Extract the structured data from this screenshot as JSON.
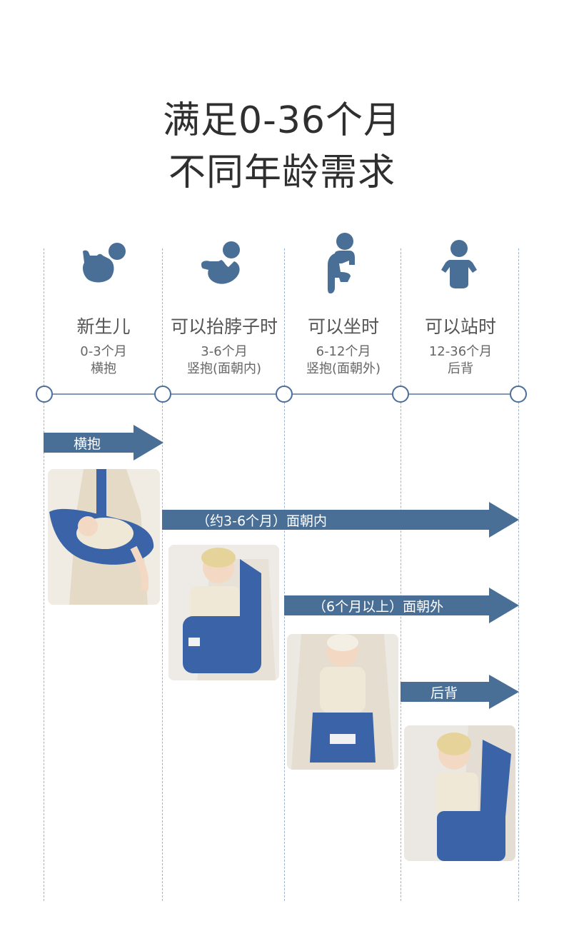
{
  "title": {
    "line1": "满足0-36个月",
    "line2": "不同年龄需求"
  },
  "stages": [
    {
      "label": "新生儿",
      "age": "0-3个月",
      "mode": "横抱",
      "icon": "newborn-lying-icon"
    },
    {
      "label": "可以抬脖子时",
      "age": "3-6个月",
      "mode": "竖抱(面朝内)",
      "icon": "baby-head-up-icon"
    },
    {
      "label": "可以坐时",
      "age": "6-12个月",
      "mode": "竖抱(面朝外)",
      "icon": "baby-sitting-icon"
    },
    {
      "label": "可以站时",
      "age": "12-36个月",
      "mode": "后背",
      "icon": "toddler-standing-icon"
    }
  ],
  "arrows": [
    {
      "label": "横抱"
    },
    {
      "label": "（约3-6个月）面朝内"
    },
    {
      "label": "（6个月以上）面朝外"
    },
    {
      "label": "后背"
    }
  ],
  "colors": {
    "accent": "#4a6f97",
    "title": "#2f2f2f",
    "timeline": "#7f98b8",
    "carrier": "#3a63a8"
  }
}
